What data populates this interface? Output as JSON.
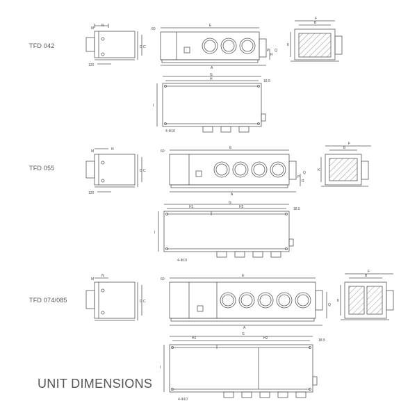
{
  "title": "UNIT DIMENSIONS",
  "units": [
    {
      "model": "TFD 042",
      "labels": {
        "M": "M",
        "N": "N",
        "D": "D",
        "C": "C",
        "bottom_dim": "120",
        "top_dim": "60",
        "E": "E",
        "A": "A",
        "P": "P",
        "R": "R",
        "Q": "Q",
        "G": "G",
        "H": "H",
        "dim_185": "18.5",
        "I": "I",
        "hole": "4-Φ10",
        "F": "F",
        "B": "B",
        "K": "K"
      },
      "fan_count": 3
    },
    {
      "model": "TFD 055",
      "labels": {
        "M": "M",
        "N": "N",
        "D": "D",
        "C": "C",
        "bottom_dim": "120",
        "top_dim": "60",
        "E": "E",
        "A": "A",
        "P": "P",
        "R": "R",
        "Q": "Q",
        "G": "G",
        "H1": "H1",
        "H2": "H2",
        "dim_185": "18.5",
        "I": "I",
        "hole": "4-Φ10",
        "F": "F",
        "B": "B",
        "K": "K"
      },
      "fan_count": 4
    },
    {
      "model": "TFD 074/085",
      "labels": {
        "M": "M",
        "N": "N",
        "D": "D",
        "C": "C",
        "top_dim": "60",
        "E": "E",
        "A": "A",
        "Q": "Q",
        "G": "G",
        "H1": "H1",
        "H2": "H2",
        "dim_185": "18.5",
        "I": "I",
        "hole": "4-Φ10",
        "F": "F",
        "B": "B",
        "K": "K"
      },
      "fan_count": 5
    }
  ]
}
